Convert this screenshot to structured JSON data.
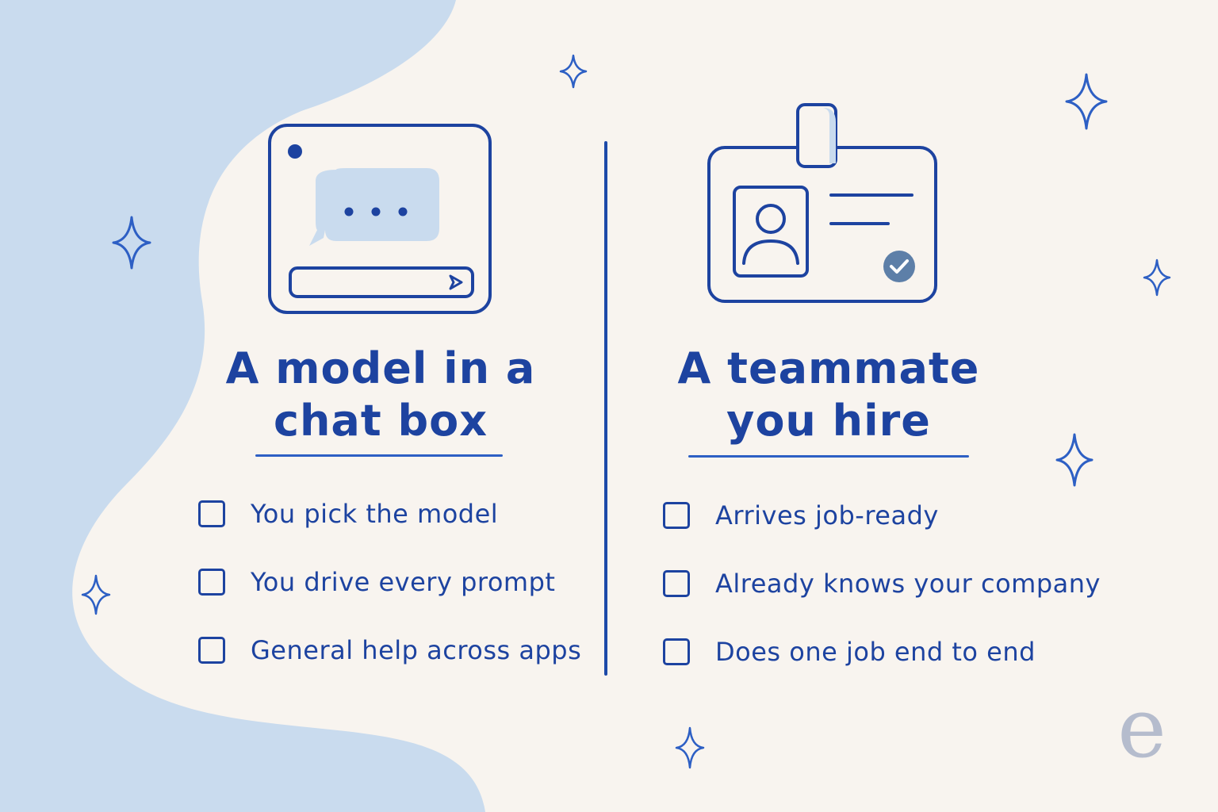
{
  "colors": {
    "background": "#f8f4ef",
    "blob": "#c9dbee",
    "ink": "#1d43a0",
    "accent_fill": "#c9dbee",
    "check_badge": "#5d7fa8",
    "logo": "#b5bccd"
  },
  "left": {
    "title_line1": "A model in a",
    "title_line2": "chat box",
    "icon": "chat-window-icon",
    "items": [
      {
        "text": "You pick the model"
      },
      {
        "text": "You drive every prompt"
      },
      {
        "text": "General help across apps"
      }
    ]
  },
  "right": {
    "title_line1": "A teammate",
    "title_line2": "you hire",
    "icon": "id-badge-icon",
    "items": [
      {
        "text": "Arrives job-ready"
      },
      {
        "text": "Already knows your company"
      },
      {
        "text": "Does one job end to end"
      }
    ]
  },
  "logo": {
    "letter": "e"
  }
}
